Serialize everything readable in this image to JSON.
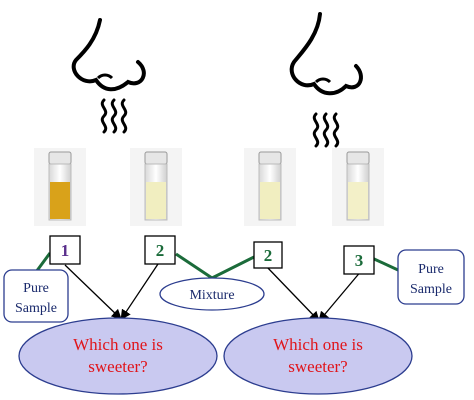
{
  "vials": [
    {
      "number": "1",
      "color": "#d9a21a",
      "label_color": "#5a2f8c"
    },
    {
      "number": "2",
      "color": "#f1eec0",
      "label_color": "#1b6b3a"
    },
    {
      "number": "2",
      "color": "#f1eec0",
      "label_color": "#1b6b3a"
    },
    {
      "number": "3",
      "color": "#f3f0c8",
      "label_color": "#1b6b3a"
    }
  ],
  "callouts": {
    "pure_left": [
      "Pure",
      "Sample"
    ],
    "pure_right": [
      "Pure",
      "Sample"
    ],
    "mixture": "Mixture"
  },
  "questions": [
    [
      "Which one is",
      "sweeter?"
    ],
    [
      "Which one is",
      "sweeter?"
    ]
  ],
  "colors": {
    "ellipse_fill": "#c9c9f0",
    "ellipse_stroke": "#2c3d8f",
    "connector": "#1b6b3a",
    "question_text": "#e0151b"
  }
}
